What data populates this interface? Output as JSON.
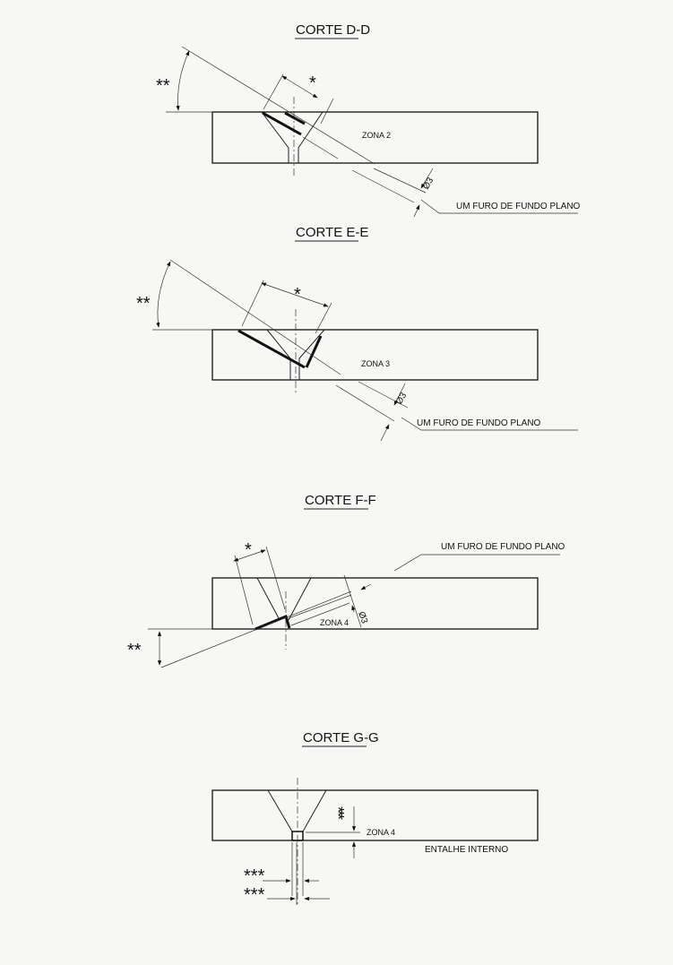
{
  "sections": [
    {
      "title": "CORTE  D-D",
      "zone": "ZONA 2",
      "note": "UM FURO DE FUNDO PLANO",
      "diameter": "Ø3",
      "dim_width": "*",
      "dim_angle": "**"
    },
    {
      "title": "CORTE  E-E",
      "zone": "ZONA 3",
      "note": "UM FURO DE FUNDO PLANO",
      "diameter": "Ø3",
      "dim_width": "*",
      "dim_angle": "**"
    },
    {
      "title": "CORTE  F-F",
      "zone": "ZONA 4",
      "note": "UM FURO DE FUNDO PLANO",
      "diameter": "Ø3",
      "dim_width": "*",
      "dim_angle": "**"
    },
    {
      "title": "CORTE  G-G",
      "zone": "ZONA 4",
      "note": "ENTALHE INTERNO",
      "dim_depth": "***",
      "dim_notch_1": "***",
      "dim_notch_2": "***"
    }
  ]
}
